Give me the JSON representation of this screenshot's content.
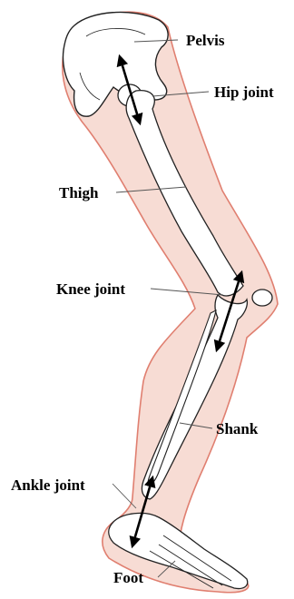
{
  "labels": {
    "pelvis": "Pelvis",
    "hip_joint": "Hip joint",
    "thigh": "Thigh",
    "knee_joint": "Knee joint",
    "shank": "Shank",
    "ankle_joint": "Ankle joint",
    "foot": "Foot"
  },
  "colors": {
    "skin_fill": "#f7dcd4",
    "skin_outline": "#e07f70",
    "bone_fill": "#ffffff",
    "bone_outline": "#222222",
    "arrow": "#000000",
    "leader_line": "#555555"
  },
  "icons": {
    "joint_arrows": "double-headed-arrow"
  }
}
